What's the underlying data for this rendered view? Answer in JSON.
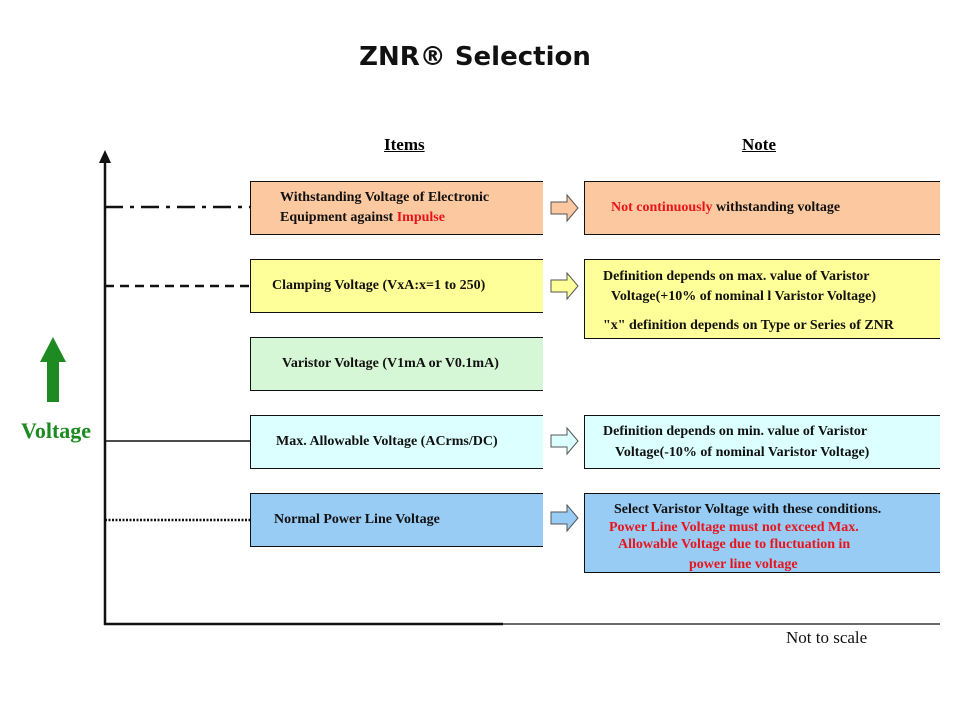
{
  "title": "ZNR® Selection",
  "headers": {
    "items": "Items",
    "note": "Note"
  },
  "axis_label": "Voltage",
  "footer": "Not to scale",
  "colors": {
    "orange_fill": "#fcc8a0",
    "yellow_fill": "#ffff99",
    "green_fill": "#d6f7d6",
    "cyan_fill": "#dcffff",
    "blue_fill": "#99ccf5",
    "red_text": "#e8141c",
    "arrow_green": "#1e8a22"
  },
  "items": {
    "withstanding_line1": "Withstanding  Voltage of Electronic",
    "withstanding_line2_a": "Equipment  against ",
    "withstanding_line2_b": "Impulse",
    "clamping": "Clamping  Voltage (VxA:x=1  to 250)",
    "varistor": "Varistor  Voltage (V1mA  or V0.1mA)",
    "max_allowable": "Max. Allowable  Voltage (ACrms/DC)",
    "normal_power": "Normal Power  Line Voltage"
  },
  "notes": {
    "withstanding_a": "Not continuously",
    "withstanding_b": " withstanding  voltage",
    "clamping_line1": "Definition depends on max. value of Varistor",
    "clamping_line2": "Voltage(+10% of nominal  l Varistor Voltage)",
    "clamping_line3": "\"x\" definition  depends on Type or Series of ZNR",
    "max_line1": "Definition depends on min.  value of Varistor",
    "max_line2": "Voltage(-10% of nominal  Varistor Voltage)",
    "normal_line1": "Select Varistor Voltage with  these conditions.",
    "normal_line2": "Power Line Voltage must  not  exceed Max.",
    "normal_line3": "Allowable  Voltage due to fluctuation  in",
    "normal_line4": "power line voltage"
  }
}
